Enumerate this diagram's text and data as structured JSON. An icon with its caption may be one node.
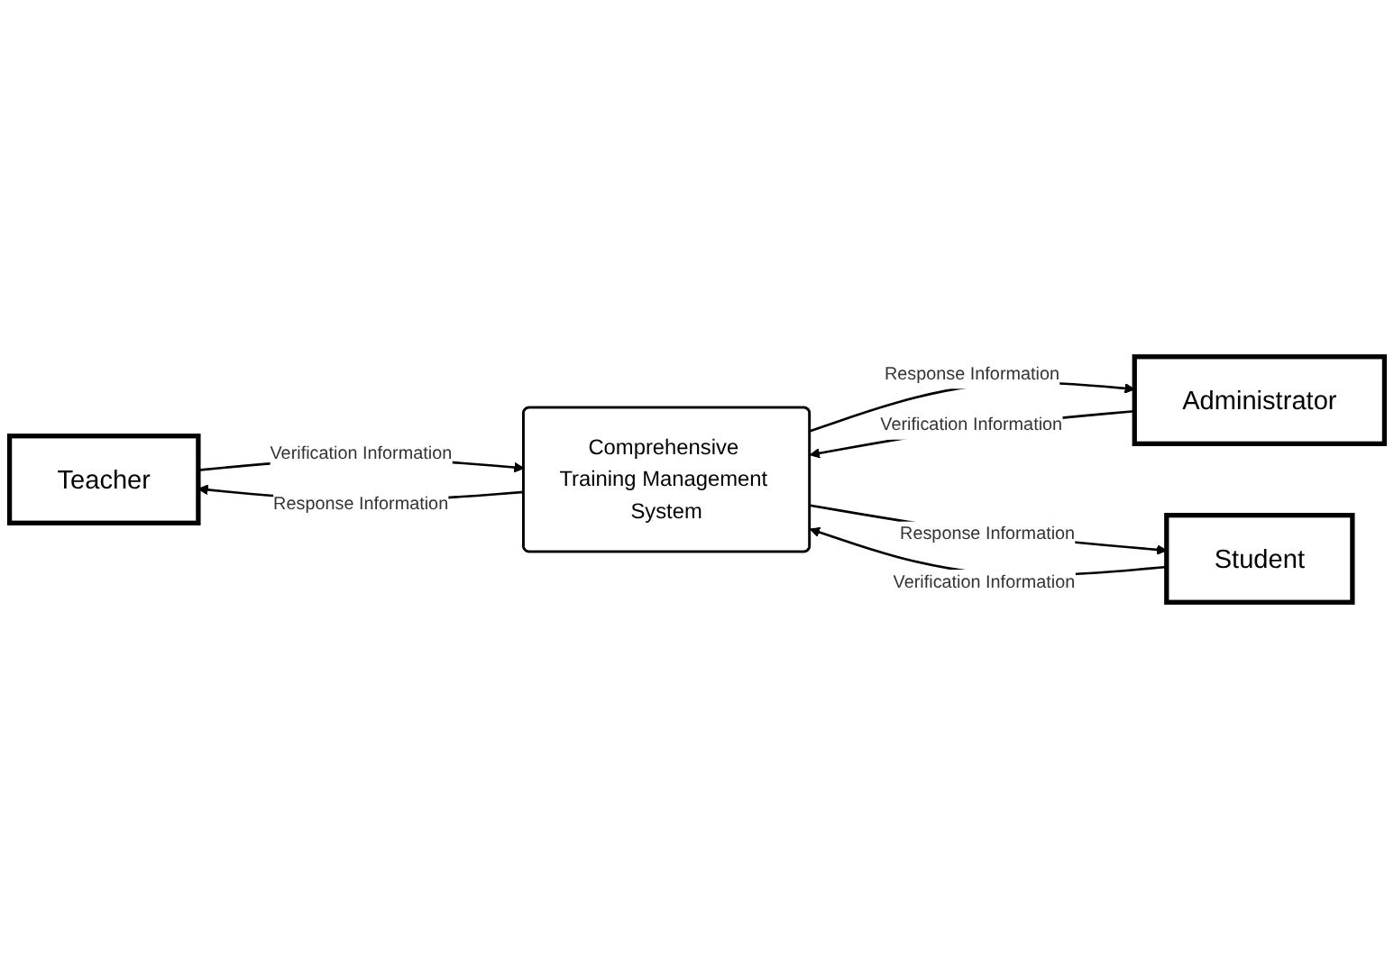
{
  "diagram": {
    "nodes": [
      {
        "text": [
          "Teacher"
        ]
      },
      {
        "text": [
          "Administrator"
        ]
      },
      {
        "text": [
          "Comprehensive Training Management System"
        ]
      },
      {
        "text": [
          "Student"
        ]
      }
    ],
    "edges": [
      {
        "from": 0,
        "to": 2,
        "arrow": "to",
        "label": "Verification Information"
      },
      {
        "from": 2,
        "to": 0,
        "arrow": "to",
        "label": "Response Information"
      },
      {
        "from": 1,
        "to": 2,
        "arrow": "to",
        "label": "Verification Information"
      },
      {
        "from": 2,
        "to": 1,
        "arrow": "to",
        "label": "Response Information"
      },
      {
        "from": 3,
        "to": 2,
        "arrow": "to",
        "label": "Verification Information"
      },
      {
        "from": 2,
        "to": 3,
        "arrow": "to",
        "label": "Response Information"
      }
    ]
  }
}
